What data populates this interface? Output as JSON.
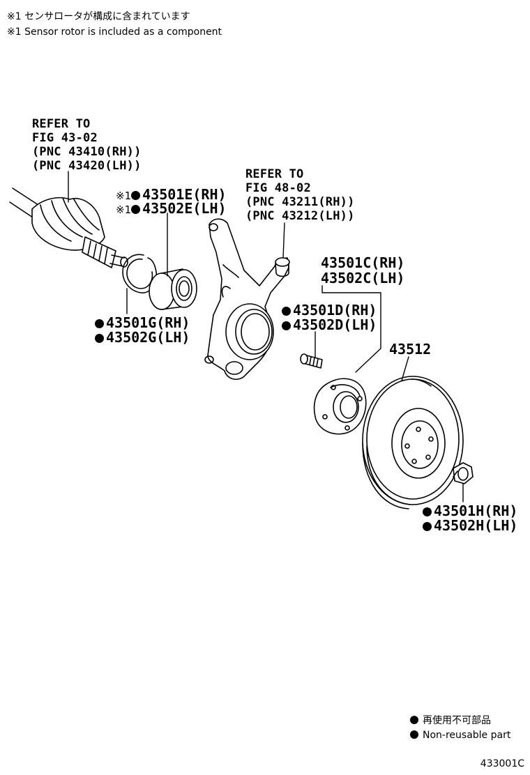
{
  "notes": {
    "line1": "※1 センサロータが構成に含まれています",
    "line2": "※1 Sensor rotor is included as a component"
  },
  "refer_driveshaft": {
    "line1": "REFER TO",
    "line2": "FIG 43-02",
    "line3": "(PNC 43410(RH))",
    "line4": "(PNC 43420(LH))"
  },
  "refer_knuckle": {
    "line1": "REFER TO",
    "line2": "FIG 48-02",
    "line3": "(PNC 43211(RH))",
    "line4": "(PNC 43212(LH))"
  },
  "parts": {
    "bearing": {
      "mark": "※1",
      "rh": "43501E(RH)",
      "lh": "43502E(LH)"
    },
    "snap_ring": {
      "rh": "43501G(RH)",
      "lh": "43502G(LH)"
    },
    "hub": {
      "rh": "43501C(RH)",
      "lh": "43502C(LH)"
    },
    "hub_bolt": {
      "rh": "43501D(RH)",
      "lh": "43502D(LH)"
    },
    "disc": {
      "number": "43512"
    },
    "nut": {
      "rh": "43501H(RH)",
      "lh": "43502H(LH)"
    }
  },
  "legend": {
    "japanese": "再使用不可部品",
    "english": "Non-reusable part"
  },
  "figure_id": "433001C"
}
